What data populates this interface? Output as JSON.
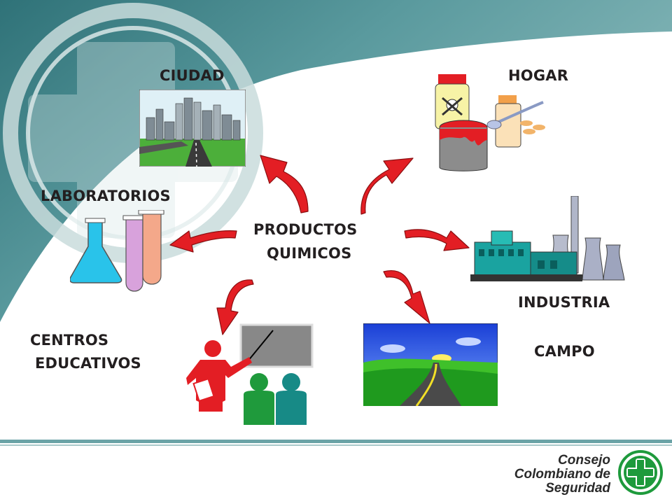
{
  "center": {
    "line1": "PRODUCTOS",
    "line2": "QUIMICOS"
  },
  "nodes": {
    "ciudad": "CIUDAD",
    "hogar": "HOGAR",
    "laboratorios": "LABORATORIOS",
    "industria": "INDUSTRIA",
    "centros_line1": "CENTROS",
    "centros_line2": "EDUCATIVOS",
    "campo": "CAMPO"
  },
  "logo": {
    "line1": "Consejo",
    "line2": "Colombiano de",
    "line3": "Seguridad"
  },
  "colors": {
    "arrow": "#e31e24",
    "teal_band": "#4f8e93",
    "logo_green": "#1e9a3c",
    "footer_line": "#6aa3a6"
  },
  "icons": [
    "city-icon",
    "household-chemicals-icon",
    "laboratory-flask-icon",
    "industry-factory-icon",
    "teacher-classroom-icon",
    "countryside-road-icon",
    "safety-cross-icon"
  ]
}
